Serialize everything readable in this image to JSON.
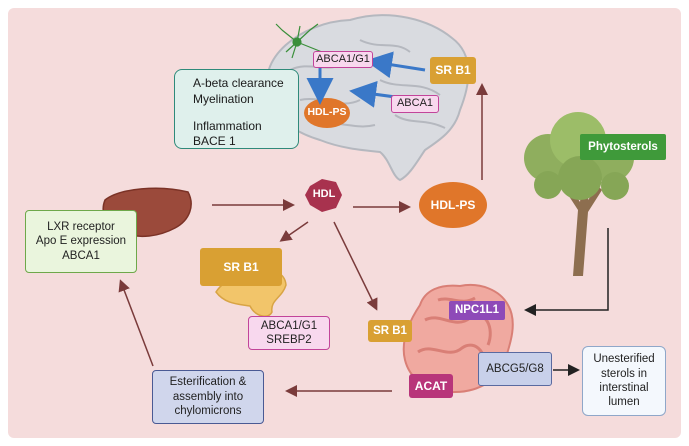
{
  "labels": {
    "abca1_g1_brain": "ABCA1/G1",
    "sr_b1_top": "SR B1",
    "abca1_brain": "ABCA1",
    "hdl_ps_brain": "HDL-PS",
    "abeta": "A-beta clearance",
    "myelination": "Myelination",
    "inflammation": "Inflammation",
    "bace1": "BACE 1",
    "hdl": "HDL",
    "hdl_ps_right": "HDL-PS",
    "phytosterols": "Phytosterols",
    "lxr": "LXR receptor\nApo E expression\nABCA1",
    "sr_b1_liver": "SR B1",
    "abca1_g1_srebp2": "ABCA1/G1\nSREBP2",
    "npc1l1": "NPC1L1",
    "sr_b1_intestine": "SR B1",
    "abcg5_g8": "ABCG5/G8",
    "acat": "ACAT",
    "unesterified": "Unesterified\nsterols in\ninterstinal\nlumen",
    "esterification": "Esterification &\nassembly into\nchylomicrons"
  },
  "colors": {
    "panel": "#f5dcdc",
    "arrow": "#7a3b3b",
    "blue_arrow": "#3a78c8",
    "sr_b1": "#d9a033",
    "hdl_hex": "#a8324e",
    "hdl_ps": "#e0762a",
    "phyto": "#3f9a3a",
    "npc1l1": "#8e4ab8",
    "acat": "#b8357a",
    "lxr_fill": "#eaf5dd",
    "esterif_fill": "#d0d6ec",
    "pink_box": "#f8d8ee"
  },
  "icons": [
    "brain-icon",
    "liver-icon",
    "pancreas-icon",
    "intestine-icon",
    "tree-icon",
    "neuron-icon"
  ]
}
